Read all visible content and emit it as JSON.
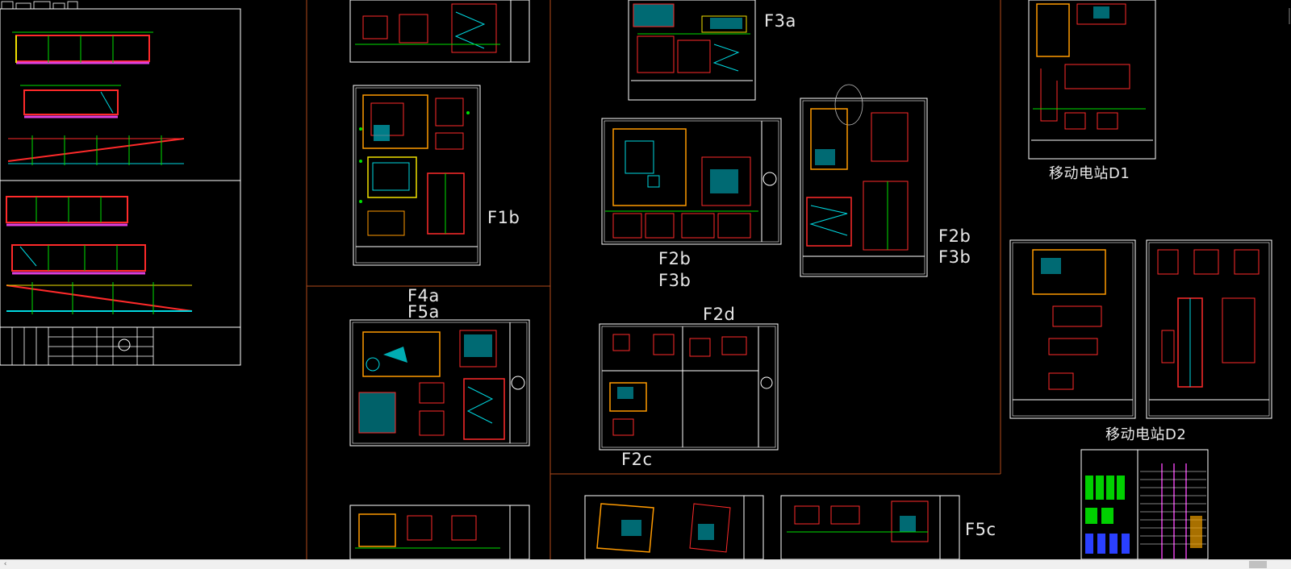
{
  "viewport": {
    "scrollbar": {
      "left_arrow": "left-arrow-icon",
      "thumb": "scroll-thumb"
    }
  },
  "drawing": {
    "colors": {
      "background": "#000000",
      "frame": "#ffffff",
      "zone_border": "#b24a1a",
      "red": "#ff2a2a",
      "green": "#00e000",
      "cyan": "#00d8e0",
      "yellow": "#f0e000",
      "magenta": "#e040e0",
      "orange": "#ff9a00",
      "blue": "#3040ff"
    },
    "labels": {
      "f1b": "F1b",
      "f4a": "F4a",
      "f5a": "F5a",
      "f3a": "F3a",
      "f2b_left": "F2b",
      "f3b_left": "F3b",
      "f2b_right": "F2b",
      "f3b_right": "F3b",
      "f2d": "F2d",
      "f2c": "F2c",
      "f5c": "F5c",
      "d1": "移动电站D1",
      "d2": "移动电站D2"
    }
  }
}
